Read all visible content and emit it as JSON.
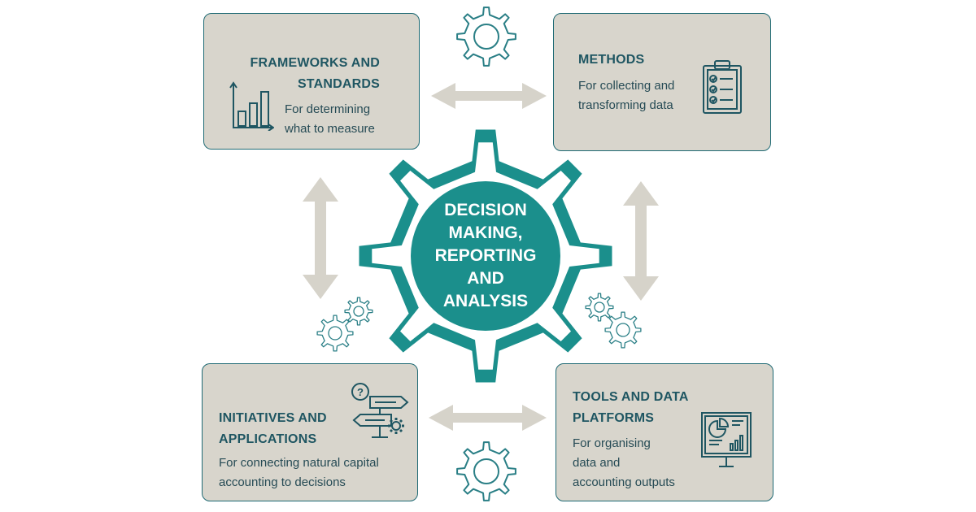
{
  "colors": {
    "teal": "#1b8f8c",
    "dark_teal": "#1f5662",
    "box_fill": "#d8d5cc",
    "arrow_fill": "#d6d3ca",
    "small_gear": "#2a7f86"
  },
  "center": {
    "label": "DECISION\nMAKING,\nREPORTING\nAND\nANALYSIS"
  },
  "frameworks": {
    "title": "FRAMEWORKS AND\nSTANDARDS",
    "description": "For determining\nwhat to measure",
    "icon": "bar-chart-icon"
  },
  "methods": {
    "title": "METHODS",
    "description": "For collecting and\ntransforming data",
    "icon": "clipboard-checklist-icon"
  },
  "initiatives": {
    "title": "INITIATIVES AND\nAPPLICATIONS",
    "description": "For connecting natural capital\naccounting to decisions",
    "icon": "signpost-gear-icon"
  },
  "tools": {
    "title": "TOOLS AND DATA\nPLATFORMS",
    "description": "For organising\ndata and\naccounting outputs",
    "icon": "presentation-board-icon"
  }
}
